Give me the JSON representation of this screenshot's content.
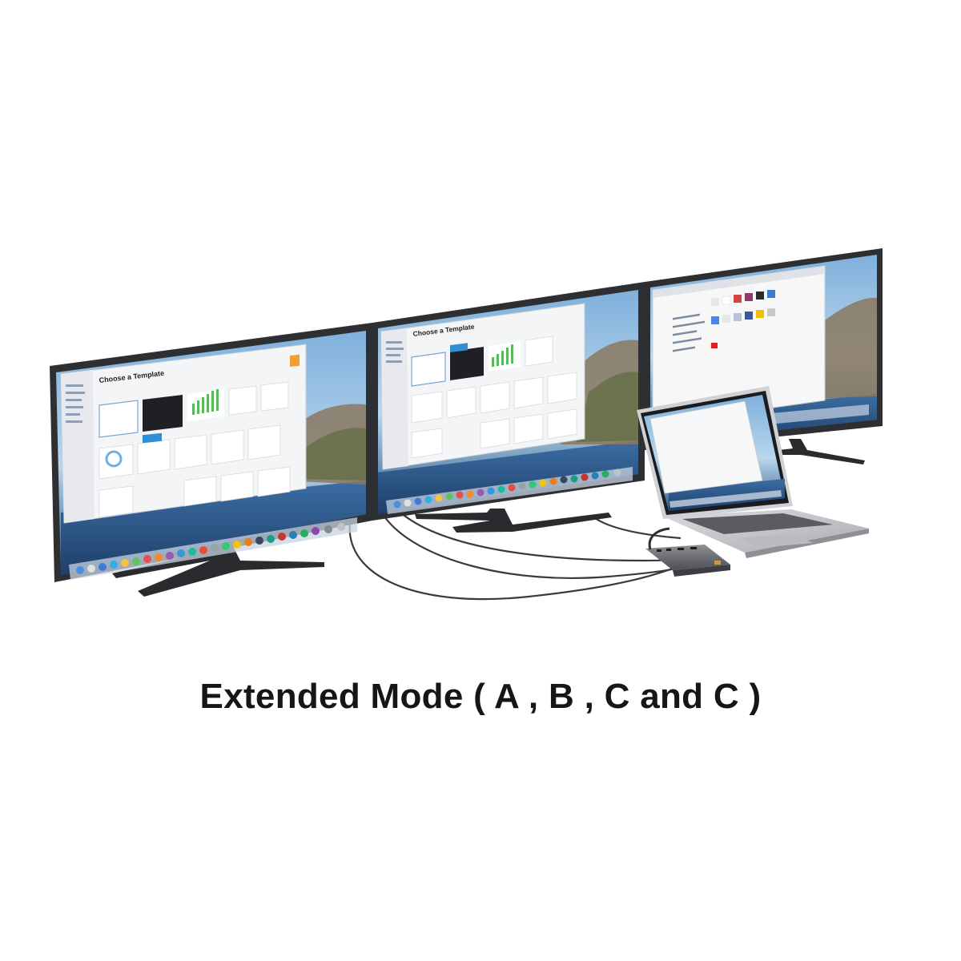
{
  "caption": "Extended Mode ( A , B , C and C )",
  "screens": {
    "left": {
      "window_title": "Choose a Template"
    },
    "center": {
      "window_title": "Choose a Template"
    }
  },
  "colors": {
    "bezel": "#2e2f33",
    "sea": "#2f5f94",
    "sky": "#9cc4e4",
    "laptop_body": "#c9cbcf",
    "cable": "#3a3a3a"
  }
}
